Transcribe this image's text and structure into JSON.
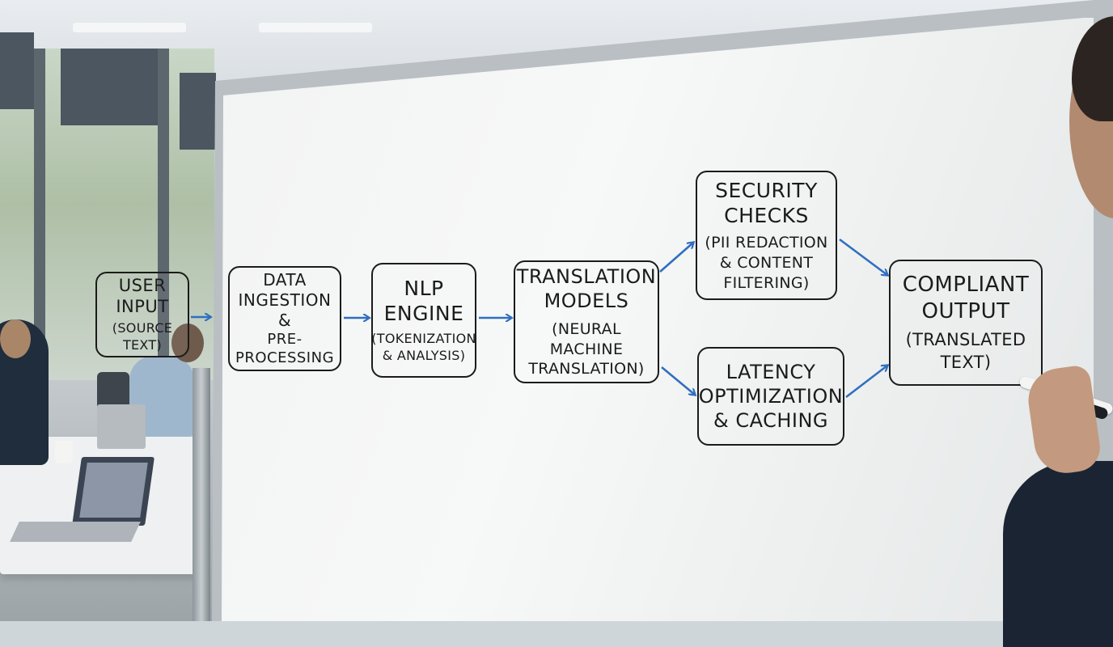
{
  "diagram": {
    "user_input": {
      "title_1": "USER",
      "title_2": "INPUT",
      "sub_1": "(SOURCE TEXT)"
    },
    "data_ingestion": {
      "title_1": "DATA",
      "title_2": "INGESTION",
      "title_3": "&",
      "title_4": "PRE-PROCESSING"
    },
    "nlp_engine": {
      "title_1": "NLP",
      "title_2": "ENGINE",
      "sub_1": "(TOKENIZATION",
      "sub_2": "& ANALYSIS)"
    },
    "translation_models": {
      "title_1": "TRANSLATION",
      "title_2": "MODELS",
      "sub_1": "(NEURAL MACHINE",
      "sub_2": "TRANSLATION)"
    },
    "security_checks": {
      "title_1": "SECURITY",
      "title_2": "CHECKS",
      "sub_1": "(PII REDACTION",
      "sub_2": "& CONTENT",
      "sub_3": "FILTERING)"
    },
    "latency": {
      "title_1": "LATENCY",
      "title_2": "OPTIMIZATION",
      "title_3": "& CACHING"
    },
    "compliant_output": {
      "title_1": "COMPLIANT",
      "title_2": "OUTPUT",
      "sub_1": "(TRANSLATED",
      "sub_2": "TEXT)"
    }
  },
  "colors": {
    "arrow": "#2f6fc0",
    "ink": "#1b1b1b"
  }
}
